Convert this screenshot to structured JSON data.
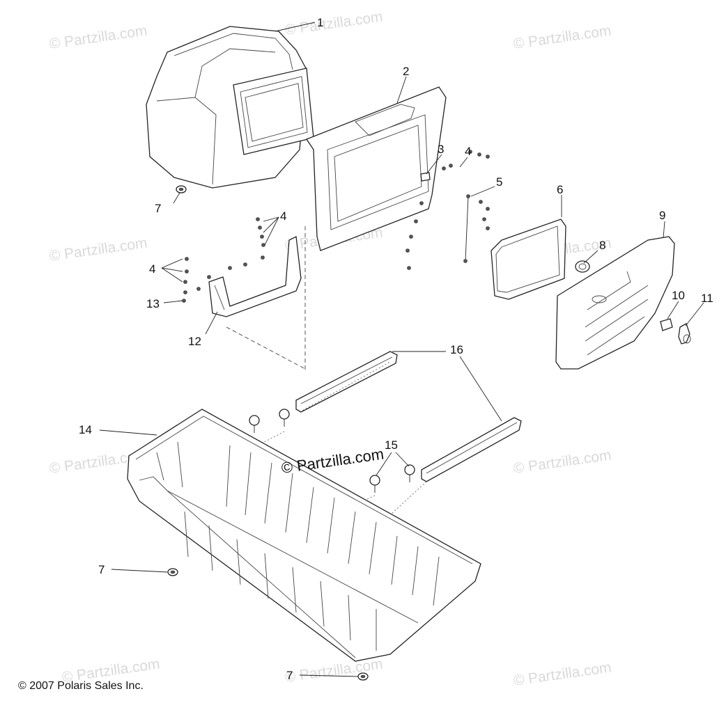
{
  "diagram": {
    "watermark_text": "© Partzilla.com",
    "center_watermark_text": "© Partzilla.com",
    "copyright": "© 2007 Polaris Sales Inc.",
    "callouts": [
      {
        "id": "1",
        "label": "1"
      },
      {
        "id": "2",
        "label": "2"
      },
      {
        "id": "3",
        "label": "3"
      },
      {
        "id": "4a",
        "label": "4"
      },
      {
        "id": "5",
        "label": "5"
      },
      {
        "id": "6",
        "label": "6"
      },
      {
        "id": "7a",
        "label": "7"
      },
      {
        "id": "4b",
        "label": "4"
      },
      {
        "id": "4c",
        "label": "4"
      },
      {
        "id": "8",
        "label": "8"
      },
      {
        "id": "9",
        "label": "9"
      },
      {
        "id": "10",
        "label": "10"
      },
      {
        "id": "11",
        "label": "11"
      },
      {
        "id": "12",
        "label": "12"
      },
      {
        "id": "13",
        "label": "13"
      },
      {
        "id": "14",
        "label": "14"
      },
      {
        "id": "15",
        "label": "15"
      },
      {
        "id": "16",
        "label": "16"
      },
      {
        "id": "7b",
        "label": "7"
      },
      {
        "id": "7c",
        "label": "7"
      }
    ]
  }
}
